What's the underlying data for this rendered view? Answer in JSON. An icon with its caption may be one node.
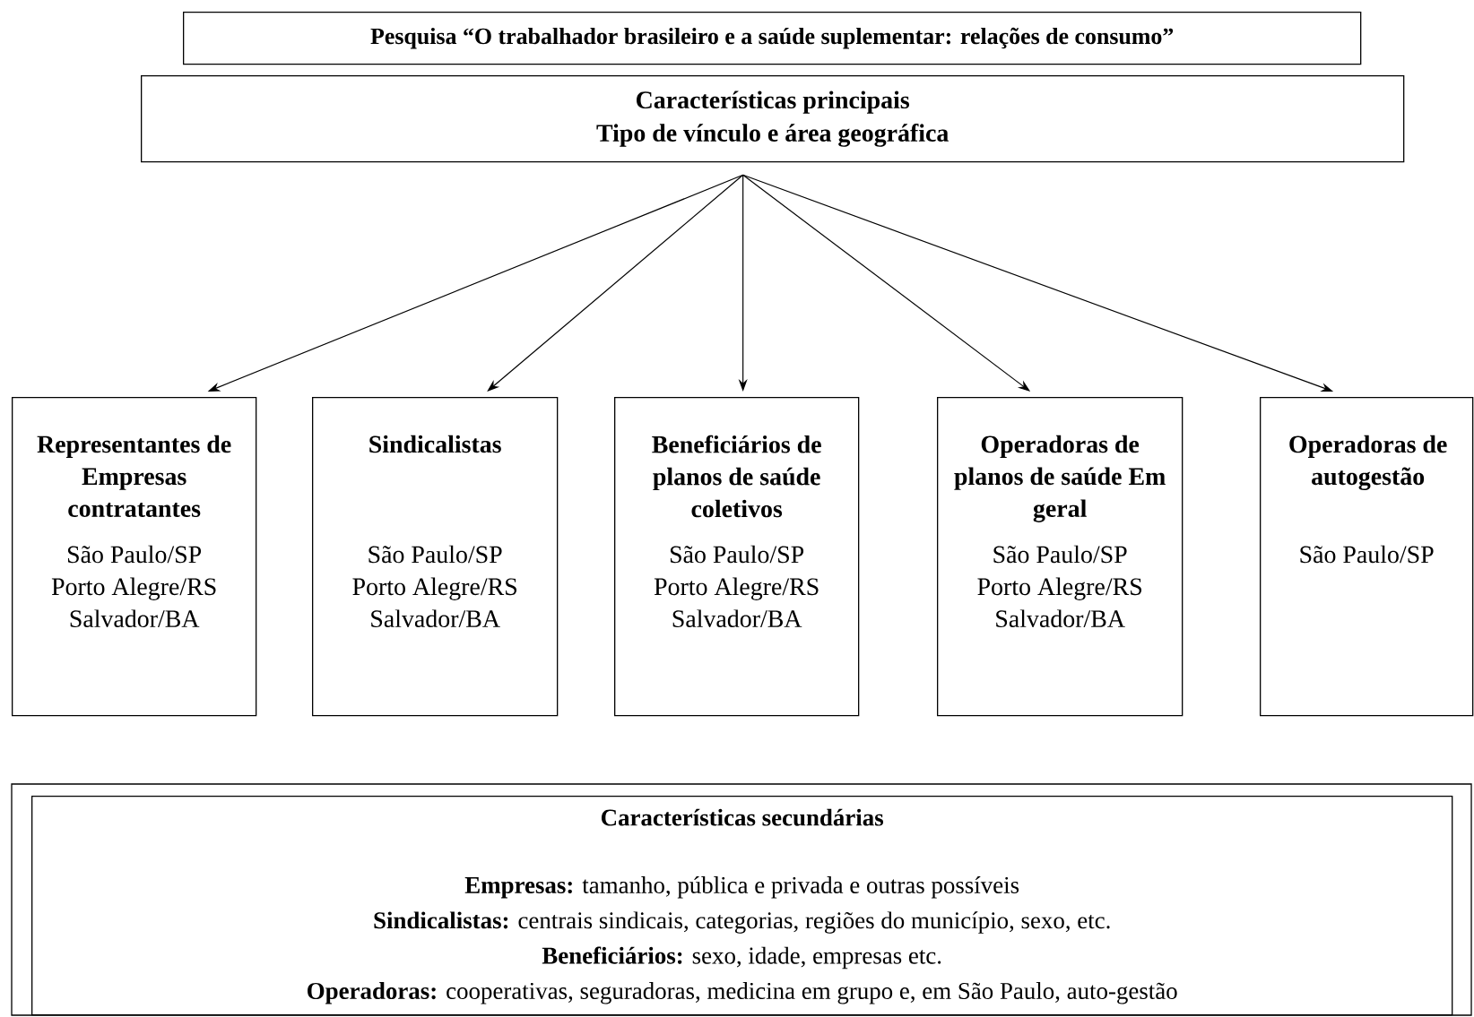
{
  "diagram": {
    "nodes": [
      {
        "text": [
          "Pesquisa “O trabalhador brasileiro e a saúde suplementar: relações de consumo”"
        ]
      },
      {
        "text": [
          "Características principais",
          "Tipo de vínculo e área geográfica"
        ]
      },
      {
        "text": [
          "Representantes de Empresas contratantes",
          "São Paulo/SP",
          "Porto Alegre/RS",
          "Salvador/BA"
        ]
      },
      {
        "text": [
          "Sindicalistas",
          "São Paulo/SP",
          "Porto Alegre/RS",
          "Salvador/BA"
        ]
      },
      {
        "text": [
          "Beneficiários de planos de saúde coletivos",
          "São Paulo/SP",
          "Porto Alegre/RS",
          "Salvador/BA"
        ]
      },
      {
        "text": [
          "Operadoras de planos de saúde Em geral",
          "São Paulo/SP",
          "Porto Alegre/RS",
          "Salvador/BA"
        ]
      },
      {
        "text": [
          "Operadoras de autogestão",
          "São Paulo/SP"
        ]
      },
      {
        "text": [
          "Características secundárias",
          "**Empresas:** tamanho, pública e privada e outras possíveis",
          "**Sindicalistas:** centrais sindicais, categorias, regiões do município, sexo, etc.",
          "**Beneficiários:** sexo, idade, empresas etc.",
          "**Operadoras:** cooperativas, seguradoras, medicina em grupo e, em São Paulo, auto-gestão"
        ]
      }
    ],
    "edges": [
      {
        "from": 1,
        "to": 2,
        "arrow": "to"
      },
      {
        "from": 1,
        "to": 3,
        "arrow": "to"
      },
      {
        "from": 1,
        "to": 4,
        "arrow": "to"
      },
      {
        "from": 1,
        "to": 5,
        "arrow": "to"
      },
      {
        "from": 1,
        "to": 6,
        "arrow": "to"
      }
    ]
  }
}
